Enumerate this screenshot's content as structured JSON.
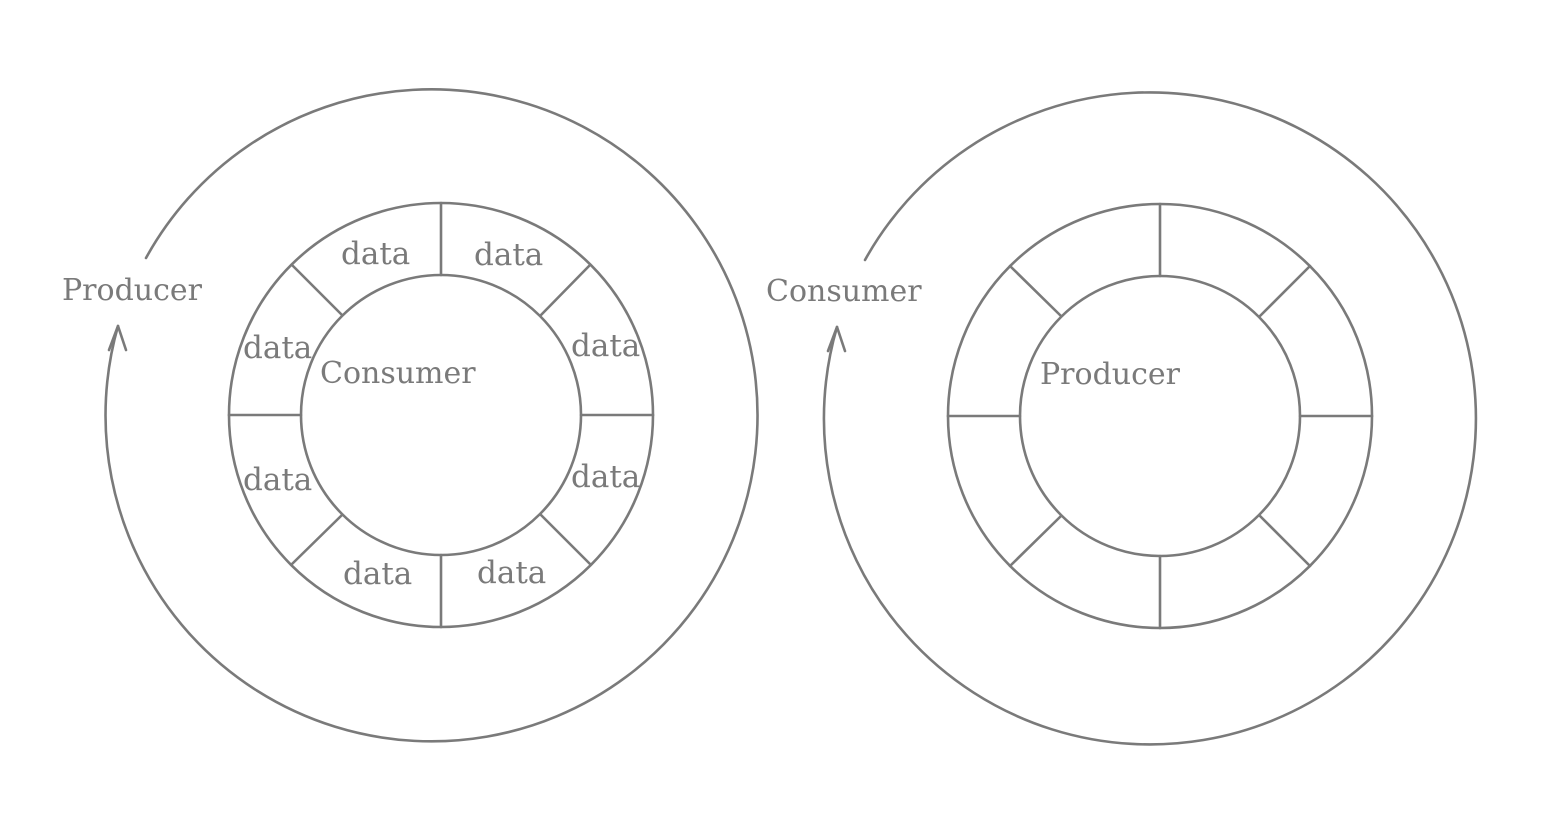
{
  "diagrams": [
    {
      "outer_label": "Producer",
      "inner_label": "Consumer",
      "cells": [
        "data",
        "data",
        "data",
        "data",
        "data",
        "data",
        "data",
        "data"
      ]
    },
    {
      "outer_label": "Consumer",
      "inner_label": "Producer",
      "cells": [
        "",
        "",
        "",
        "",
        "",
        "",
        "",
        ""
      ]
    }
  ],
  "colors": {
    "stroke": "#7a7a7a",
    "text": "#7a7a7a",
    "background": "#ffffff"
  }
}
